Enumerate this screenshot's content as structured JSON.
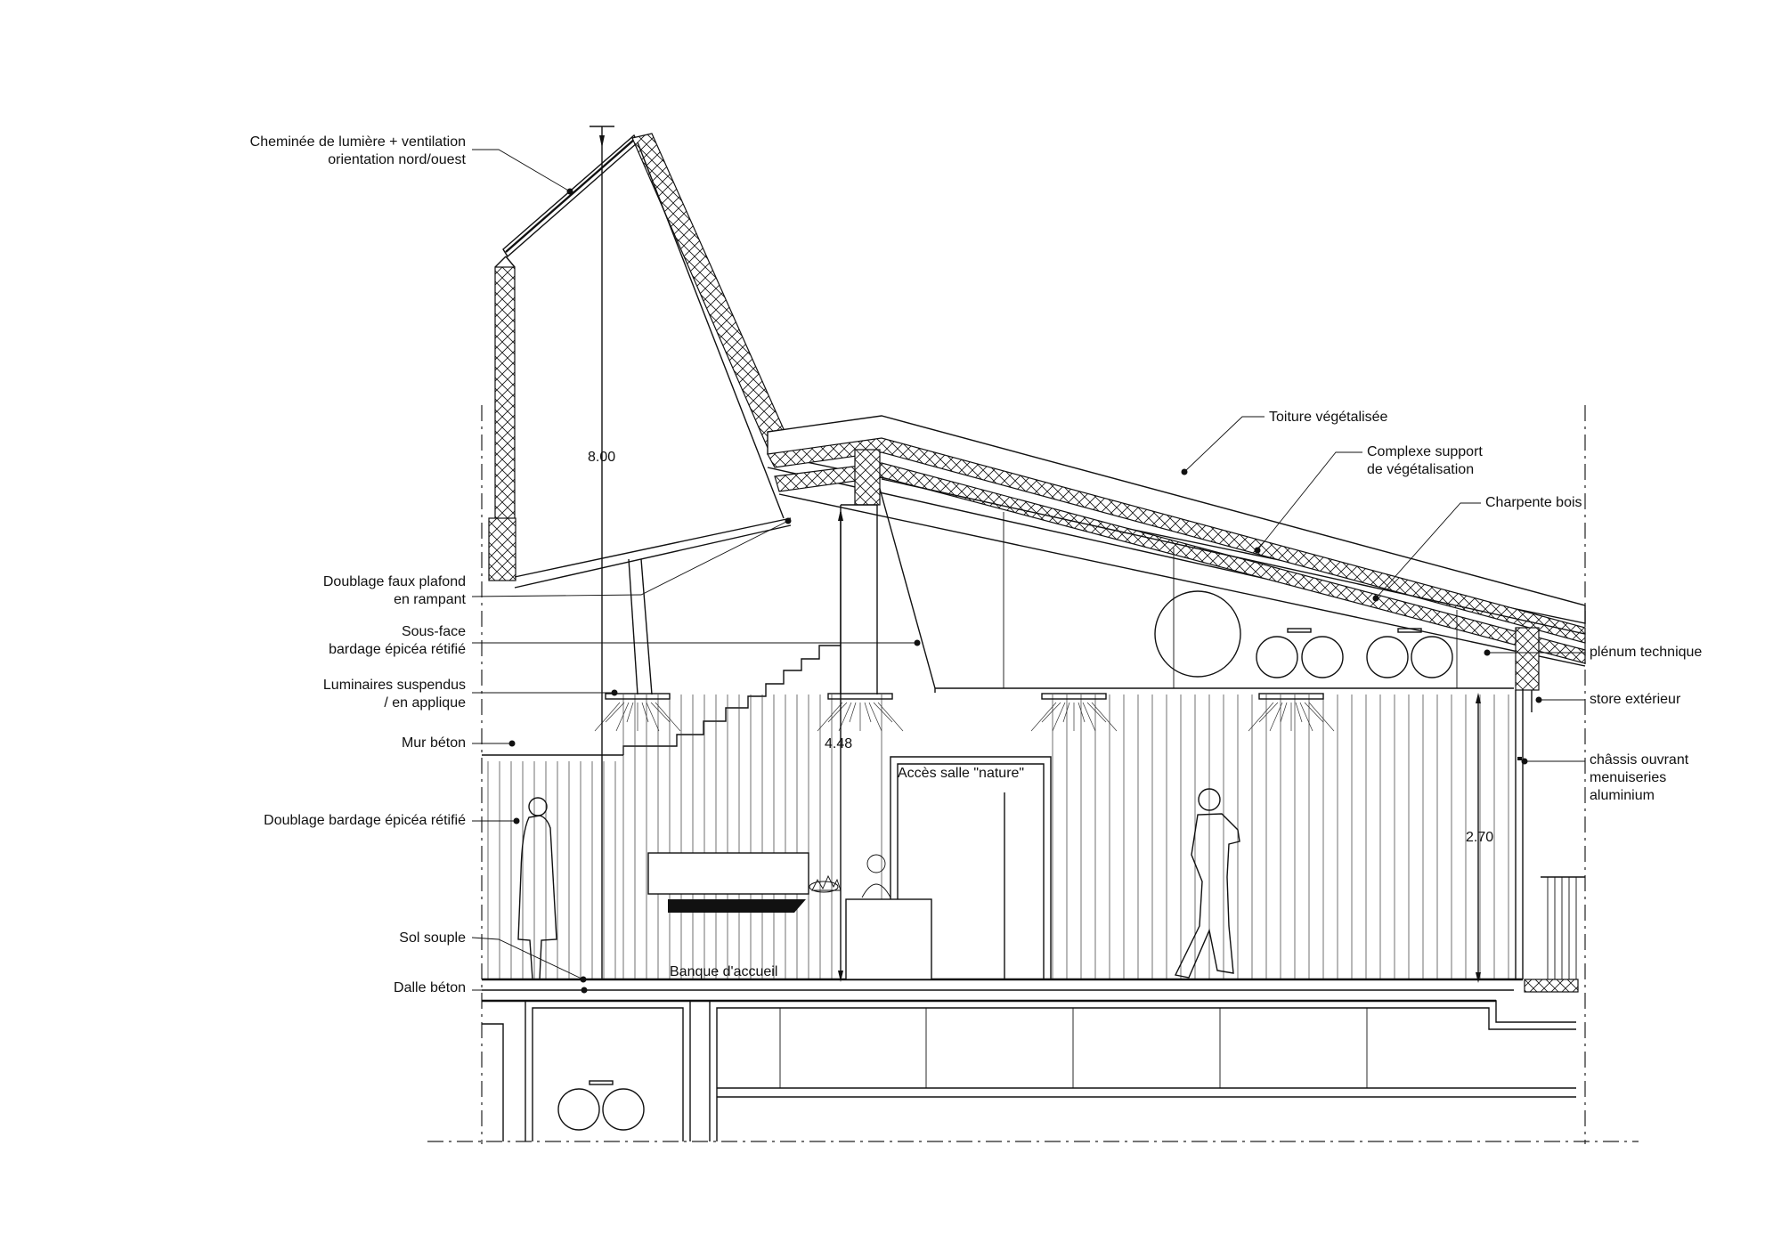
{
  "labels_left": {
    "cheminee_line1": "Cheminée de lumière + ventilation",
    "cheminee_line2": "orientation nord/ouest",
    "doublage_faux_plafond_line1": "Doublage faux plafond",
    "doublage_faux_plafond_line2": "en rampant",
    "sous_face_line1": "Sous-face",
    "sous_face_line2": "bardage épicéa rétifié",
    "luminaires_line1": "Luminaires suspendus",
    "luminaires_line2": "/ en applique",
    "mur_beton": "Mur béton",
    "doublage_bardage": "Doublage bardage épicéa rétifié",
    "sol_souple": "Sol souple",
    "dalle_beton": "Dalle béton"
  },
  "labels_right": {
    "toiture_vegetalisee": "Toiture végétalisée",
    "complexe_line1": "Complexe support",
    "complexe_line2": "de végétalisation",
    "charpente_bois": "Charpente bois",
    "plenum_technique": "plénum technique",
    "store_exterieur": "store extérieur",
    "chassis_line1": "châssis ouvrant",
    "chassis_line2": "menuiseries",
    "chassis_line3": "aluminium"
  },
  "labels_interior": {
    "acces_salle": "Accès salle \"nature\"",
    "banque_accueil": "Banque d'accueil"
  },
  "dimensions": {
    "total_height": "8.00",
    "mid_height": "4.48",
    "ceiling_height": "2.70"
  },
  "icons": {
    "duct": "circular-duct-icon",
    "luminaire": "luminaire-icon",
    "person": "person-silhouette-icon",
    "plant": "plant-icon"
  }
}
